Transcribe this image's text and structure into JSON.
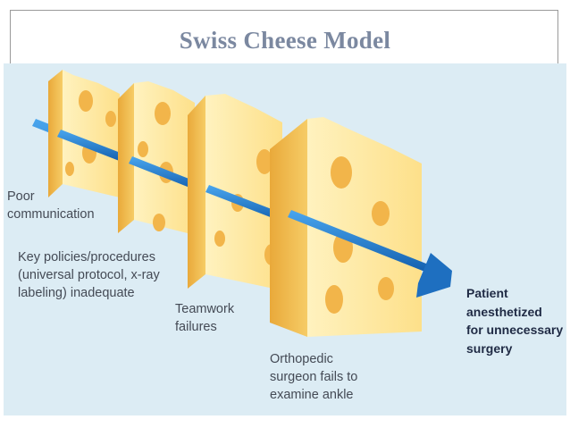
{
  "slide": {
    "title": "Swiss Cheese Model"
  },
  "diagram": {
    "labels": {
      "slice1": "Poor\ncommunication",
      "slice2": "Key policies/procedures\n(universal protocol, x-ray\nlabeling) inadequate",
      "slice3": "Teamwork\nfailures",
      "slice4": "Orthopedic\nsurgeon fails to\nexamine ankle",
      "outcome": "Patient\nanesthetized\nfor unnecessary\nsurgery"
    },
    "colors": {
      "background": "#dcecf4",
      "cheese_face": "#fde79a",
      "cheese_side": "#f0bd52",
      "arrow": "#1f76c6"
    }
  }
}
